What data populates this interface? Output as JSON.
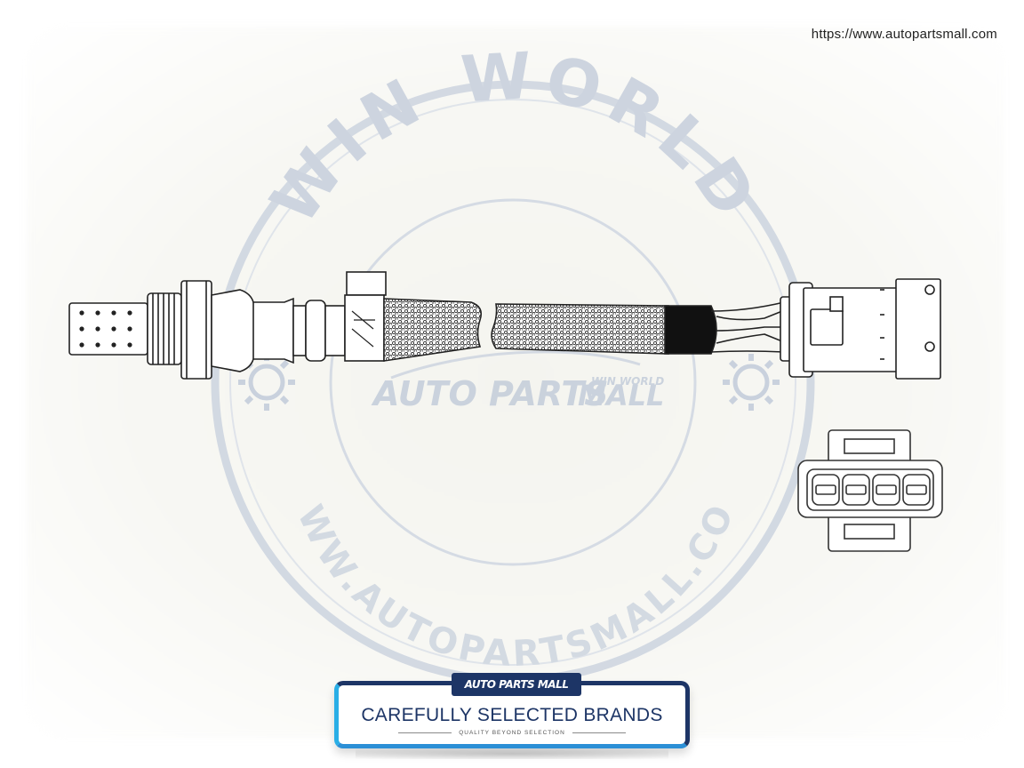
{
  "header": {
    "url": "https://www.autopartsmall.com"
  },
  "watermark": {
    "arc_top": "WIN WORLD",
    "arc_bottom": "WWW.AUTOPARTSMALL.COM",
    "logo_main": "AUTO PARTS",
    "logo_mall": "MALL",
    "logo_small": "WIN WORLD",
    "color": "#c9d1dd"
  },
  "badge": {
    "logo": "AUTO PARTS MALL",
    "title": "CAREFULLY SELECTED BRANDS",
    "subtitle": "QUALITY BEYOND SELECTION",
    "colors": {
      "navy": "#1d3566",
      "cyan": "#29aee6"
    }
  },
  "icons": [
    "gear-icon-left",
    "gear-icon-right"
  ]
}
